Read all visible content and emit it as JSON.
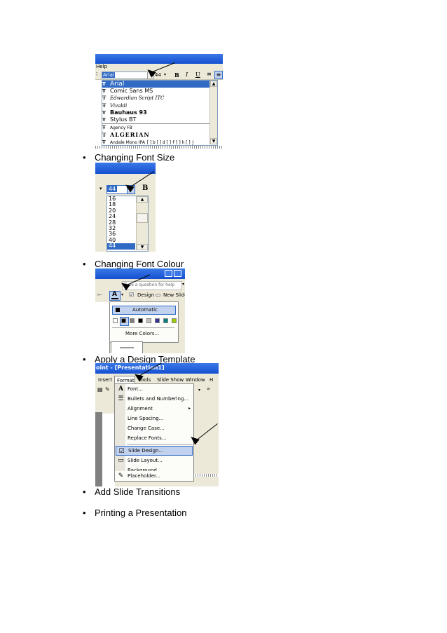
{
  "bullets": [
    {
      "symbol": "•",
      "text": "Changing Font Size"
    },
    {
      "symbol": "•",
      "text": "Changing Font Colour"
    },
    {
      "symbol": "•",
      "text": "Apply a Design Template"
    },
    {
      "symbol": "•",
      "text": "Add Slide Transitions"
    },
    {
      "symbol": "•",
      "text": "Printing a Presentation"
    }
  ],
  "font_shot": {
    "menu_help": "Help",
    "font_box_value": "Arial",
    "size_box_value": "44",
    "bold": "B",
    "italic": "I",
    "underline": "U",
    "fonts": [
      "Arial",
      "Comic Sans MS",
      "Edwardian Script ITC",
      "Vivaldi",
      "Bauhaus 93",
      "Stylus BT",
      "Agency FB",
      "ALGERIAN",
      "Andale Mono IPA"
    ],
    "andale_sample": "[]b[]d[]f[]h[]j",
    "font_type_icon": "Ŧ"
  },
  "size_shot": {
    "size_box_value": "44",
    "bold": "B",
    "sizes": [
      "16",
      "18",
      "20",
      "24",
      "28",
      "32",
      "36",
      "40",
      "44"
    ]
  },
  "colour_shot": {
    "question_placeholder": "Type a question for help",
    "design_label": "Design",
    "new_slide_label": "New Slide",
    "font_color_letter": "A",
    "automatic_label": "Automatic",
    "more_colors_label": "More Colors...",
    "swatches": [
      "#ffffff",
      "#000000",
      "#808080",
      "#000000",
      "#c0c0c0",
      "#333399",
      "#008080",
      "#99cc00"
    ]
  },
  "format_shot": {
    "title": "oint - [Presentation1]",
    "menubar": [
      "Insert",
      "Format",
      "Tools",
      "Slide Show",
      "Window",
      "H"
    ],
    "items": [
      "Font...",
      "Bullets and Numbering...",
      "Alignment",
      "Line Spacing...",
      "Change Case...",
      "Replace Fonts...",
      "Slide Design...",
      "Slide Layout...",
      "Background...",
      "Placeholder..."
    ]
  }
}
